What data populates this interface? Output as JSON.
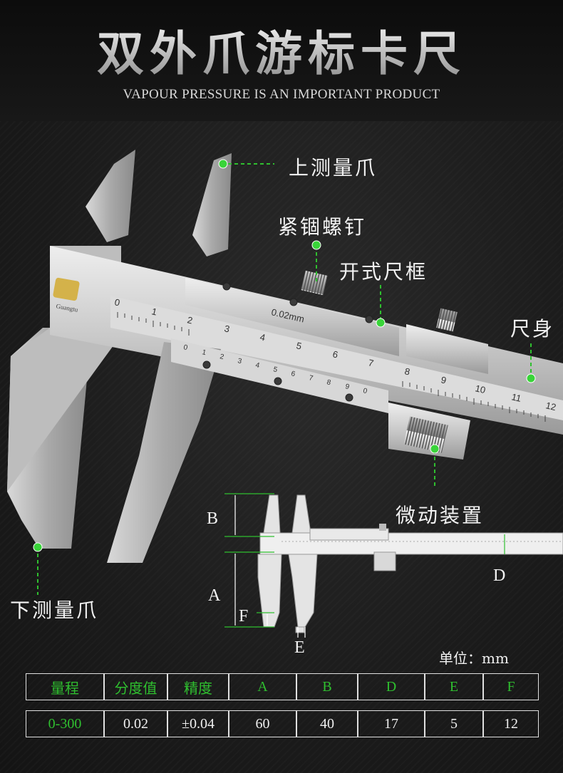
{
  "header": {
    "title": "双外爪游标卡尺",
    "subtitle": "VAPOUR PRESSURE IS AN IMPORTANT PRODUCT"
  },
  "colors": {
    "accent_green": "#2fbf2f",
    "background": "#1a1a1a",
    "steel": "#c9c9c9"
  },
  "caliper": {
    "brand_logo_text": "Guangtu",
    "vernier_marking": "0.02mm",
    "main_scale_numbers": [
      "0",
      "1",
      "2",
      "3",
      "4",
      "5",
      "6",
      "7",
      "8",
      "9",
      "10",
      "11",
      "12"
    ],
    "vernier_scale_numbers": [
      "0",
      "1",
      "2",
      "3",
      "4",
      "5",
      "6",
      "7",
      "8",
      "9",
      "0"
    ]
  },
  "callouts": {
    "upper_jaw": "上测量爪",
    "lock_screw": "紧锢螺钉",
    "open_frame": "开式尺框",
    "main_beam": "尺身",
    "fine_adjust": "微动装置",
    "lower_jaw": "下测量爪"
  },
  "dimensions": {
    "labels": [
      "B",
      "A",
      "F",
      "E",
      "D"
    ]
  },
  "specs": {
    "unit_label": "单位：mm",
    "headers": [
      "量程",
      "分度值",
      "精度",
      "A",
      "B",
      "D",
      "E",
      "F"
    ],
    "row": [
      "0-300",
      "0.02",
      "±0.04",
      "60",
      "40",
      "17",
      "5",
      "12"
    ]
  }
}
